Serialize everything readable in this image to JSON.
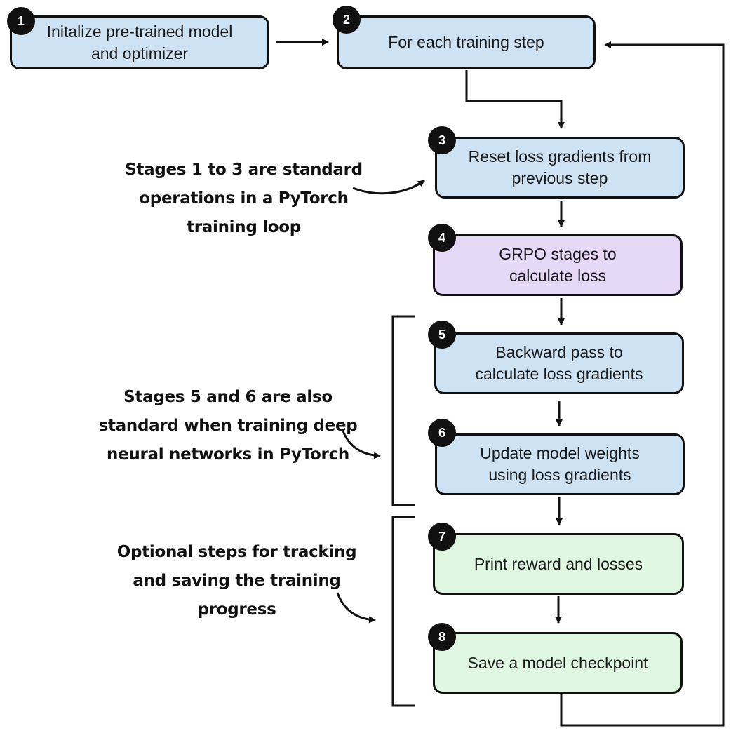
{
  "colors": {
    "blue": "#cde3f3",
    "purple": "#e6d9f7",
    "green": "#dff6e0",
    "border": "#111111",
    "badge": "#111111"
  },
  "steps": [
    {
      "num": "1",
      "text": "Initalize pre-trained model\nand optimizer",
      "color": "blue"
    },
    {
      "num": "2",
      "text": "For each training step",
      "color": "blue"
    },
    {
      "num": "3",
      "text": "Reset loss gradients from\nprevious step",
      "color": "blue"
    },
    {
      "num": "4",
      "text": "GRPO stages to\ncalculate loss",
      "color": "purple"
    },
    {
      "num": "5",
      "text": "Backward pass to\ncalculate loss gradients",
      "color": "blue"
    },
    {
      "num": "6",
      "text": "Update model weights\nusing loss gradients",
      "color": "blue"
    },
    {
      "num": "7",
      "text": "Print reward and losses",
      "color": "green"
    },
    {
      "num": "8",
      "text": "Save a model checkpoint",
      "color": "green"
    }
  ],
  "annotations": {
    "standard_stages": "Stages 1 to 3 are standard\noperations in a PyTorch\ntraining loop",
    "also_standard": "Stages 5 and 6 are also\nstandard when training deep\nneural networks in PyTorch",
    "optional": "Optional steps for tracking\nand saving the training\nprogress"
  }
}
